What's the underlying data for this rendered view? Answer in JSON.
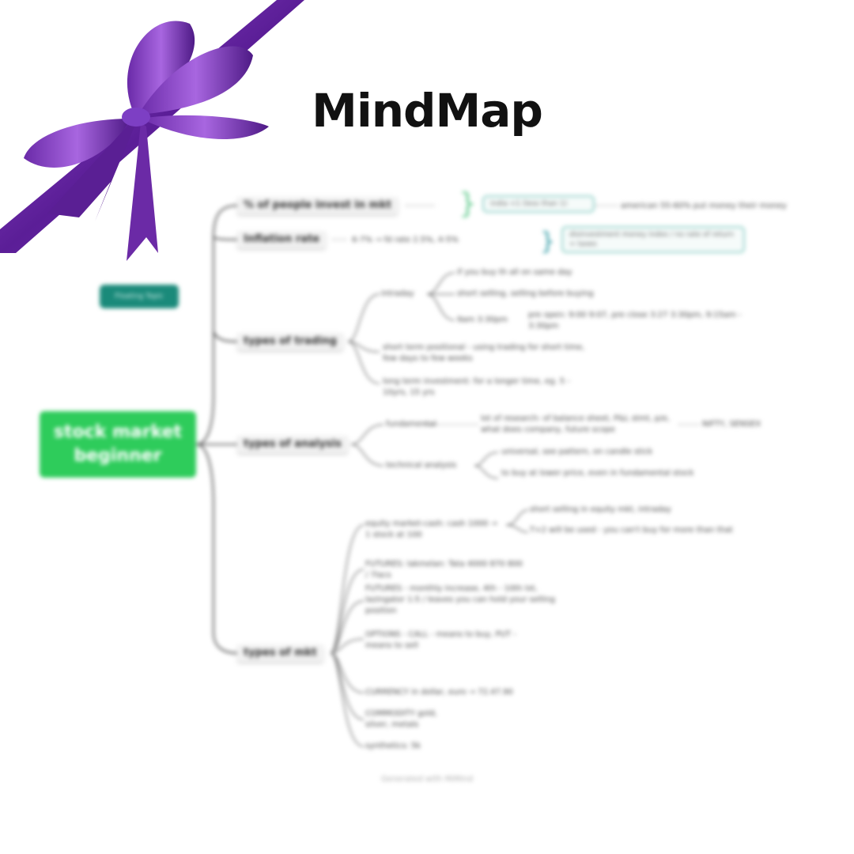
{
  "title": "MindMap",
  "root": {
    "line1": "stock market",
    "line2": "beginner"
  },
  "badge": "Floating Topic",
  "branches": {
    "b1": "% of people invest in mkt",
    "b2": "Inflation rate",
    "b3": "types of trading",
    "b4": "types of analysis",
    "b5": "types of mkt"
  },
  "leaves": {
    "b1_a": "india <1 (less than 1)",
    "b1_b": "american 55-60% put money their money",
    "b2_a": "6-7% → fd rate 2.5%, 4-5%",
    "b2_b": "disinvestment money index / no rate of return = taxes",
    "b3_intraday": "intraday",
    "b3_i1": "if you buy th all on same day",
    "b3_i2": "short selling, selling before buying",
    "b3_i3": "9am 3:30pm",
    "b3_i3b": "pre open: 9:00 9:07, pre close 3:27 3:30pm, 9:15am - 3:30pm",
    "b3_short": "short term positional - using trading for short time, few days to few weeks",
    "b3_long": "long term investment: for a longer time, eg. 5 - 10yrs, 15 yrs",
    "b4_fund": "fundamental",
    "b4_f1": "lot of research: of balance sheet, P&L stmt, p/e, what does company, future scope",
    "b4_f2": "NIFTY, SENSEX",
    "b4_tech": "technical analysis",
    "b4_t1": "universal, see pattern, on candle stick",
    "b4_t2": "to buy at lower price, even in fundamental stock",
    "b5_eq": "equity market-cash: cash 1000 → 1 stock at 100",
    "b5_e1": "short selling in equity mkt, intraday",
    "b5_e2": "T+2 will be used - you can't buy for more than that",
    "b5_fut1": "FUTURES: lakmelan: Tata 4000 870 800 / 7lacs",
    "b5_fut2": "FUTURES - monthly increase, 4th - 10th lot, lazingator 1:5 / leaves you can hold your selling position",
    "b5_opt": "OPTIONS - CALL - means to buy, PUT - means to sell",
    "b5_cur": "CURRENCY in dollar, euro → 72.47.90",
    "b5_com": "COMMODITY gold, silver, metals",
    "b5_syn": "synthetics: 5k"
  },
  "footer": "Generated with MiMind"
}
